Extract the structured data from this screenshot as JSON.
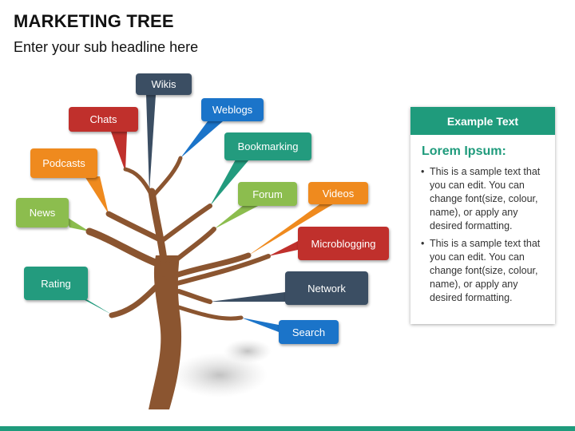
{
  "header": {
    "title": "MARKETING TREE",
    "subtitle": "Enter your sub headline here"
  },
  "bubbles": [
    {
      "key": "wikis",
      "label": "Wikis",
      "color": "#3b4e63"
    },
    {
      "key": "chats",
      "label": "Chats",
      "color": "#c0302c"
    },
    {
      "key": "weblogs",
      "label": "Weblogs",
      "color": "#1b74c9"
    },
    {
      "key": "bookmarking",
      "label": "Bookmarking",
      "color": "#239b7e"
    },
    {
      "key": "podcasts",
      "label": "Podcasts",
      "color": "#ef8a1e"
    },
    {
      "key": "forum",
      "label": "Forum",
      "color": "#8cbd4e"
    },
    {
      "key": "videos",
      "label": "Videos",
      "color": "#ef8a1e"
    },
    {
      "key": "news",
      "label": "News",
      "color": "#8cbd4e"
    },
    {
      "key": "microblogging",
      "label": "Microblogging",
      "color": "#c0302c"
    },
    {
      "key": "rating",
      "label": "Rating",
      "color": "#239b7e"
    },
    {
      "key": "network",
      "label": "Network",
      "color": "#3b4e63"
    },
    {
      "key": "search",
      "label": "Search",
      "color": "#1b74c9"
    }
  ],
  "panel": {
    "header": "Example Text",
    "heading": "Lorem Ipsum:",
    "items": [
      "This is a sample text that you can edit. You can change font(size, colour, name), or apply any desired formatting.",
      "This is a sample text that you can edit. You can change font(size, colour, name), or apply any desired formatting."
    ]
  },
  "colors": {
    "accent": "#1f9b7c",
    "trunk": "#8b5530"
  }
}
